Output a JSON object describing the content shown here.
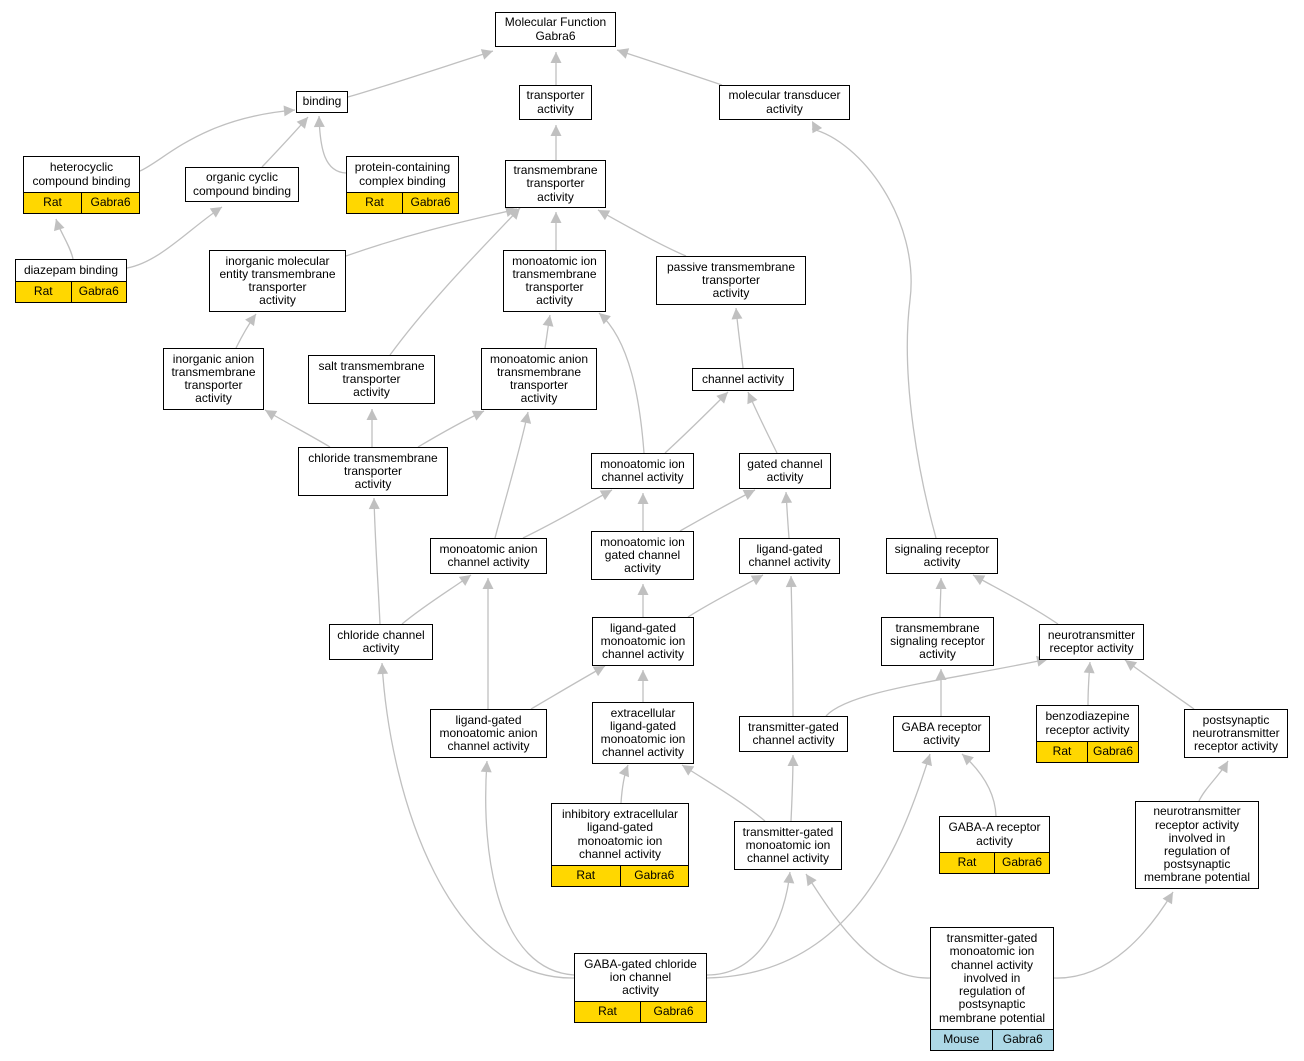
{
  "nodes": [
    {
      "id": "n1",
      "label": "Molecular Function\nGabra6"
    },
    {
      "id": "n2",
      "label": "binding"
    },
    {
      "id": "n3",
      "label": "transporter\nactivity"
    },
    {
      "id": "n4",
      "label": "molecular transducer\nactivity"
    },
    {
      "id": "n5",
      "label": "heterocyclic\ncompound binding",
      "species": "Rat",
      "gene": "Gabra6"
    },
    {
      "id": "n6",
      "label": "organic cyclic\ncompound binding"
    },
    {
      "id": "n7",
      "label": "protein-containing\ncomplex binding",
      "species": "Rat",
      "gene": "Gabra6"
    },
    {
      "id": "n8",
      "label": "transmembrane\ntransporter\nactivity"
    },
    {
      "id": "n9",
      "label": "diazepam binding",
      "species": "Rat",
      "gene": "Gabra6"
    },
    {
      "id": "n10",
      "label": "inorganic molecular\nentity transmembrane\ntransporter\nactivity"
    },
    {
      "id": "n11",
      "label": "monoatomic ion\ntransmembrane\ntransporter\nactivity"
    },
    {
      "id": "n12",
      "label": "passive transmembrane\ntransporter\nactivity"
    },
    {
      "id": "n13",
      "label": "inorganic anion\ntransmembrane\ntransporter\nactivity"
    },
    {
      "id": "n14",
      "label": "salt transmembrane\ntransporter\nactivity"
    },
    {
      "id": "n15",
      "label": "monoatomic anion\ntransmembrane\ntransporter\nactivity"
    },
    {
      "id": "n16",
      "label": "channel activity"
    },
    {
      "id": "n17",
      "label": "chloride transmembrane\ntransporter\nactivity"
    },
    {
      "id": "n18",
      "label": "monoatomic ion\nchannel activity"
    },
    {
      "id": "n19",
      "label": "gated channel\nactivity"
    },
    {
      "id": "n20",
      "label": "monoatomic anion\nchannel activity"
    },
    {
      "id": "n21",
      "label": "monoatomic ion\ngated channel\nactivity"
    },
    {
      "id": "n22",
      "label": "ligand-gated\nchannel activity"
    },
    {
      "id": "n23",
      "label": "signaling receptor\nactivity"
    },
    {
      "id": "n24",
      "label": "chloride channel\nactivity"
    },
    {
      "id": "n25",
      "label": "ligand-gated\nmonoatomic ion\nchannel activity"
    },
    {
      "id": "n26",
      "label": "transmembrane\nsignaling receptor\nactivity"
    },
    {
      "id": "n27",
      "label": "neurotransmitter\nreceptor activity"
    },
    {
      "id": "n28",
      "label": "ligand-gated\nmonoatomic anion\nchannel activity"
    },
    {
      "id": "n29",
      "label": "extracellular\nligand-gated\nmonoatomic ion\nchannel activity"
    },
    {
      "id": "n30",
      "label": "transmitter-gated\nchannel activity"
    },
    {
      "id": "n31",
      "label": "GABA receptor\nactivity"
    },
    {
      "id": "n32",
      "label": "benzodiazepine\nreceptor activity",
      "species": "Rat",
      "gene": "Gabra6"
    },
    {
      "id": "n33",
      "label": "postsynaptic\nneurotransmitter\nreceptor activity"
    },
    {
      "id": "n34",
      "label": "inhibitory extracellular\nligand-gated\nmonoatomic ion\nchannel activity",
      "species": "Rat",
      "gene": "Gabra6"
    },
    {
      "id": "n35",
      "label": "transmitter-gated\nmonoatomic ion\nchannel activity"
    },
    {
      "id": "n36",
      "label": "GABA-A receptor\nactivity",
      "species": "Rat",
      "gene": "Gabra6"
    },
    {
      "id": "n37",
      "label": "neurotransmitter\nreceptor activity\ninvolved in\nregulation of\npostsynaptic\nmembrane potential"
    },
    {
      "id": "n38",
      "label": "GABA-gated chloride\nion channel\nactivity",
      "species": "Rat",
      "gene": "Gabra6"
    },
    {
      "id": "n39",
      "label": "transmitter-gated\nmonoatomic ion\nchannel activity\ninvolved in\nregulation of\npostsynaptic\nmembrane potential",
      "species": "Mouse",
      "gene": "Gabra6"
    }
  ],
  "edges": [
    [
      "n2",
      "n1"
    ],
    [
      "n3",
      "n1"
    ],
    [
      "n4",
      "n1"
    ],
    [
      "n5",
      "n2"
    ],
    [
      "n6",
      "n2"
    ],
    [
      "n7",
      "n2"
    ],
    [
      "n8",
      "n3"
    ],
    [
      "n9",
      "n5"
    ],
    [
      "n9",
      "n6"
    ],
    [
      "n10",
      "n8"
    ],
    [
      "n11",
      "n8"
    ],
    [
      "n12",
      "n8"
    ],
    [
      "n14",
      "n8"
    ],
    [
      "n13",
      "n10"
    ],
    [
      "n15",
      "n11"
    ],
    [
      "n18",
      "n11"
    ],
    [
      "n16",
      "n12"
    ],
    [
      "n17",
      "n13"
    ],
    [
      "n17",
      "n14"
    ],
    [
      "n17",
      "n15"
    ],
    [
      "n18",
      "n16"
    ],
    [
      "n19",
      "n16"
    ],
    [
      "n20",
      "n15"
    ],
    [
      "n20",
      "n18"
    ],
    [
      "n21",
      "n18"
    ],
    [
      "n21",
      "n19"
    ],
    [
      "n22",
      "n19"
    ],
    [
      "n23",
      "n4"
    ],
    [
      "n24",
      "n17"
    ],
    [
      "n24",
      "n20"
    ],
    [
      "n25",
      "n21"
    ],
    [
      "n25",
      "n22"
    ],
    [
      "n26",
      "n23"
    ],
    [
      "n27",
      "n23"
    ],
    [
      "n28",
      "n20"
    ],
    [
      "n28",
      "n25"
    ],
    [
      "n29",
      "n25"
    ],
    [
      "n30",
      "n22"
    ],
    [
      "n30",
      "n27"
    ],
    [
      "n31",
      "n26"
    ],
    [
      "n32",
      "n27"
    ],
    [
      "n33",
      "n27"
    ],
    [
      "n34",
      "n29"
    ],
    [
      "n35",
      "n29"
    ],
    [
      "n35",
      "n30"
    ],
    [
      "n36",
      "n31"
    ],
    [
      "n37",
      "n33"
    ],
    [
      "n38",
      "n24"
    ],
    [
      "n38",
      "n28"
    ],
    [
      "n38",
      "n35"
    ],
    [
      "n38",
      "n31"
    ],
    [
      "n39",
      "n35"
    ],
    [
      "n39",
      "n37"
    ]
  ],
  "colors": {
    "rat": "#ffd700",
    "mouse": "#add8e6",
    "edge": "#c0c0c0"
  }
}
